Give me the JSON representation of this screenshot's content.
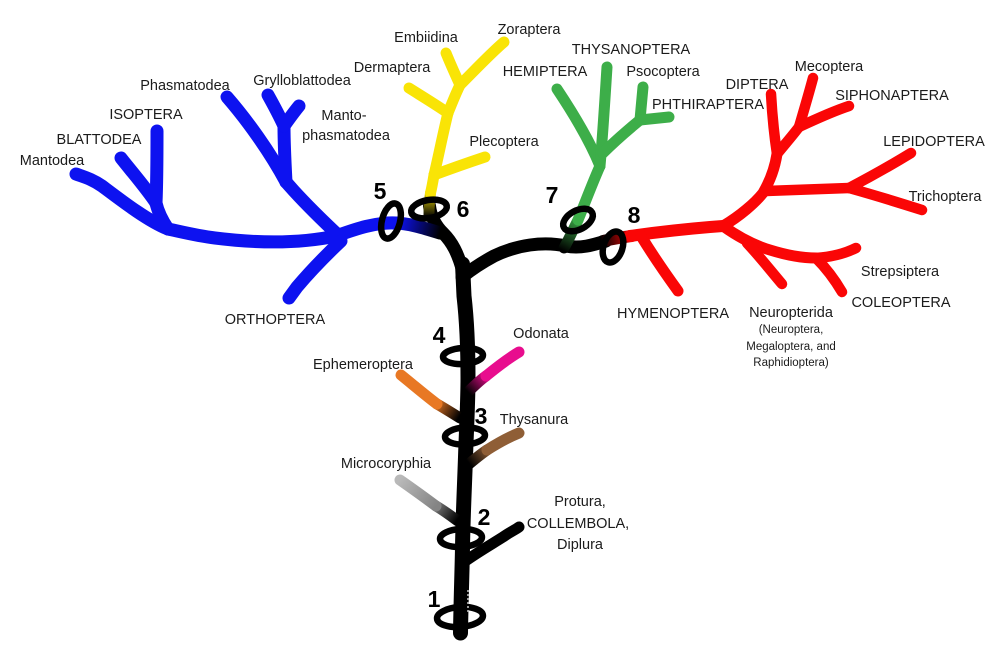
{
  "type": "phylogenetic-tree",
  "colors": {
    "black": "#000000",
    "blue": "#0d12f0",
    "yellow": "#f9e406",
    "green": "#3dae49",
    "red": "#fa0606",
    "magenta": "#e80d8e",
    "orange": "#e87824",
    "brown": "#8f5e36",
    "gray": "#9e9e9e",
    "gray_tip": "#b9b9b9",
    "gray_base": "#848484"
  },
  "node_numbers": {
    "n1": "1",
    "n2": "2",
    "n3": "3",
    "n4": "4",
    "n5": "5",
    "n6": "6",
    "n7": "7",
    "n8": "8"
  },
  "labels": {
    "mantodea": "Mantodea",
    "blattodea": "BLATTODEA",
    "isoptera": "ISOPTERA",
    "phasmatodea": "Phasmatodea",
    "grylloblattodea": "Grylloblattodea",
    "mantophasmatodea_line1": "Manto-",
    "mantophasmatodea_line2": "phasmatodea",
    "orthoptera": "ORTHOPTERA",
    "embiidina": "Embiidina",
    "dermaptera": "Dermaptera",
    "zoraptera": "Zoraptera",
    "plecoptera": "Plecoptera",
    "hemiptera": "HEMIPTERA",
    "thysanoptera": "THYSANOPTERA",
    "psocoptera": "Psocoptera",
    "phthiraptera": "PHTHIRAPTERA",
    "diptera": "DIPTERA",
    "mecoptera": "Mecoptera",
    "siphonaptera": "SIPHONAPTERA",
    "lepidoptera": "LEPIDOPTERA",
    "trichoptera": "Trichoptera",
    "strepsiptera": "Strepsiptera",
    "coleoptera": "COLEOPTERA",
    "hymenoptera": "HYMENOPTERA",
    "neuropterida": "Neuropterida",
    "neuropterida_sub1": "(Neuroptera,",
    "neuropterida_sub2": "Megaloptera, and",
    "neuropterida_sub3": "Raphidioptera)",
    "odonata": "Odonata",
    "ephemeroptera": "Ephemeroptera",
    "thysanura": "Thysanura",
    "microcoryphia": "Microcoryphia",
    "entognatha_line1": "Protura,",
    "entognatha_line2": "COLLEMBOLA,",
    "entognatha_line3": "Diplura"
  },
  "clades": {
    "blue": [
      "Mantodea",
      "BLATTODEA",
      "ISOPTERA",
      "Phasmatodea",
      "Grylloblattodea",
      "Manto-phasmatodea",
      "ORTHOPTERA"
    ],
    "yellow": [
      "Embiidina",
      "Dermaptera",
      "Zoraptera",
      "Plecoptera"
    ],
    "green": [
      "HEMIPTERA",
      "THYSANOPTERA",
      "Psocoptera",
      "PHTHIRAPTERA"
    ],
    "red": [
      "DIPTERA",
      "Mecoptera",
      "SIPHONAPTERA",
      "LEPIDOPTERA",
      "Trichoptera",
      "Strepsiptera",
      "COLEOPTERA",
      "Neuropterida (Neuroptera, Megaloptera, and Raphidioptera)",
      "HYMENOPTERA"
    ],
    "magenta": [
      "Odonata"
    ],
    "orange": [
      "Ephemeroptera"
    ],
    "brown": [
      "Thysanura"
    ],
    "gray": [
      "Microcoryphia"
    ],
    "black": [
      "Protura, COLLEMBOLA, Diplura"
    ]
  }
}
